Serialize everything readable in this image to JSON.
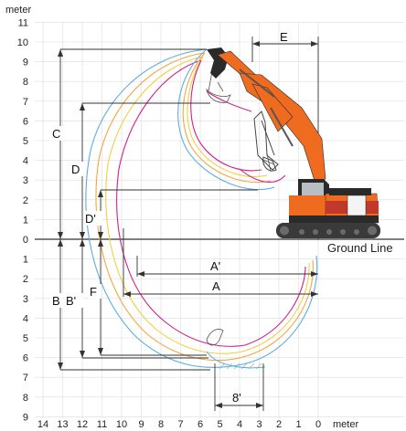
{
  "axis": {
    "y_unit": "meter",
    "x_unit": "meter",
    "y_ticks_above": [
      "11",
      "10",
      "9",
      "8",
      "7",
      "6",
      "5",
      "4",
      "3",
      "2",
      "1",
      "0"
    ],
    "y_ticks_below": [
      "1",
      "2",
      "3",
      "4",
      "5",
      "6",
      "7",
      "8",
      "9"
    ],
    "x_ticks": [
      "14",
      "13",
      "12",
      "11",
      "10",
      "9",
      "8",
      "7",
      "6",
      "5",
      "4",
      "3",
      "2",
      "1",
      "0"
    ]
  },
  "ground_line_label": "Ground Line",
  "dimensions": {
    "A": "A",
    "A_prime": "A'",
    "B": "B",
    "B_prime": "B'",
    "C": "C",
    "D": "D",
    "D_prime": "D'",
    "E": "E",
    "F": "F",
    "eight_ft": "8'"
  },
  "colors": {
    "grid": "#dcdcdc",
    "axis": "#333333",
    "curve_blue": "#5aaee0",
    "curve_orange": "#f3a640",
    "curve_yellow": "#f0d040",
    "curve_magenta": "#d0208c",
    "excavator_body": "#ef6b1f",
    "excavator_dark": "#2a2a2a",
    "excavator_track": "#3a3a3a",
    "stripe_red": "#c0392b"
  }
}
